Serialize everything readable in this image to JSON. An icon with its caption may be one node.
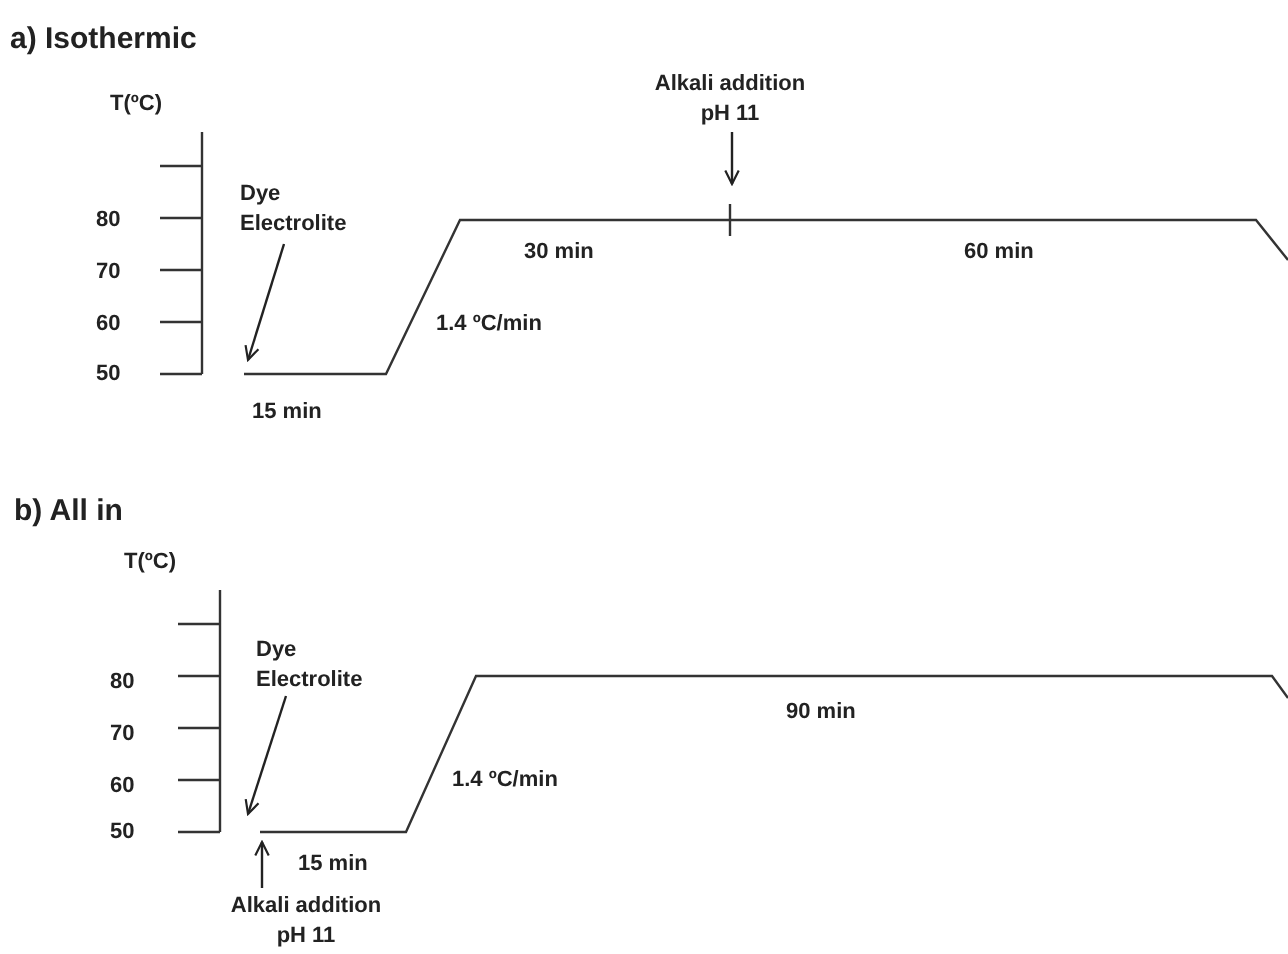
{
  "diagram": {
    "nodes": [
      {
        "text": [
          "Dye Electrolite"
        ]
      },
      {
        "text": [
          "Alkali addition pH 11"
        ]
      },
      {
        "text": [
          "Dye Electrolite"
        ]
      },
      {
        "text": [
          "Alkali addition pH 11"
        ]
      }
    ],
    "edges": [
      {
        "from": 0,
        "to": null,
        "arrow": "to"
      },
      {
        "from": 1,
        "to": null,
        "arrow": "to"
      },
      {
        "from": 2,
        "to": null,
        "arrow": "to"
      },
      {
        "from": 3,
        "to": null,
        "arrow": "to"
      }
    ],
    "labels": [
      "a) Isothermic",
      "T(ºC)",
      "80",
      "70",
      "60",
      "50",
      "30 min",
      "60 min",
      "1.4 ºC/min",
      "15 min",
      "b) All in",
      "T(ºC)",
      "80",
      "70",
      "60",
      "50",
      "90 min",
      "1.4 ºC/min",
      "15 min"
    ]
  }
}
